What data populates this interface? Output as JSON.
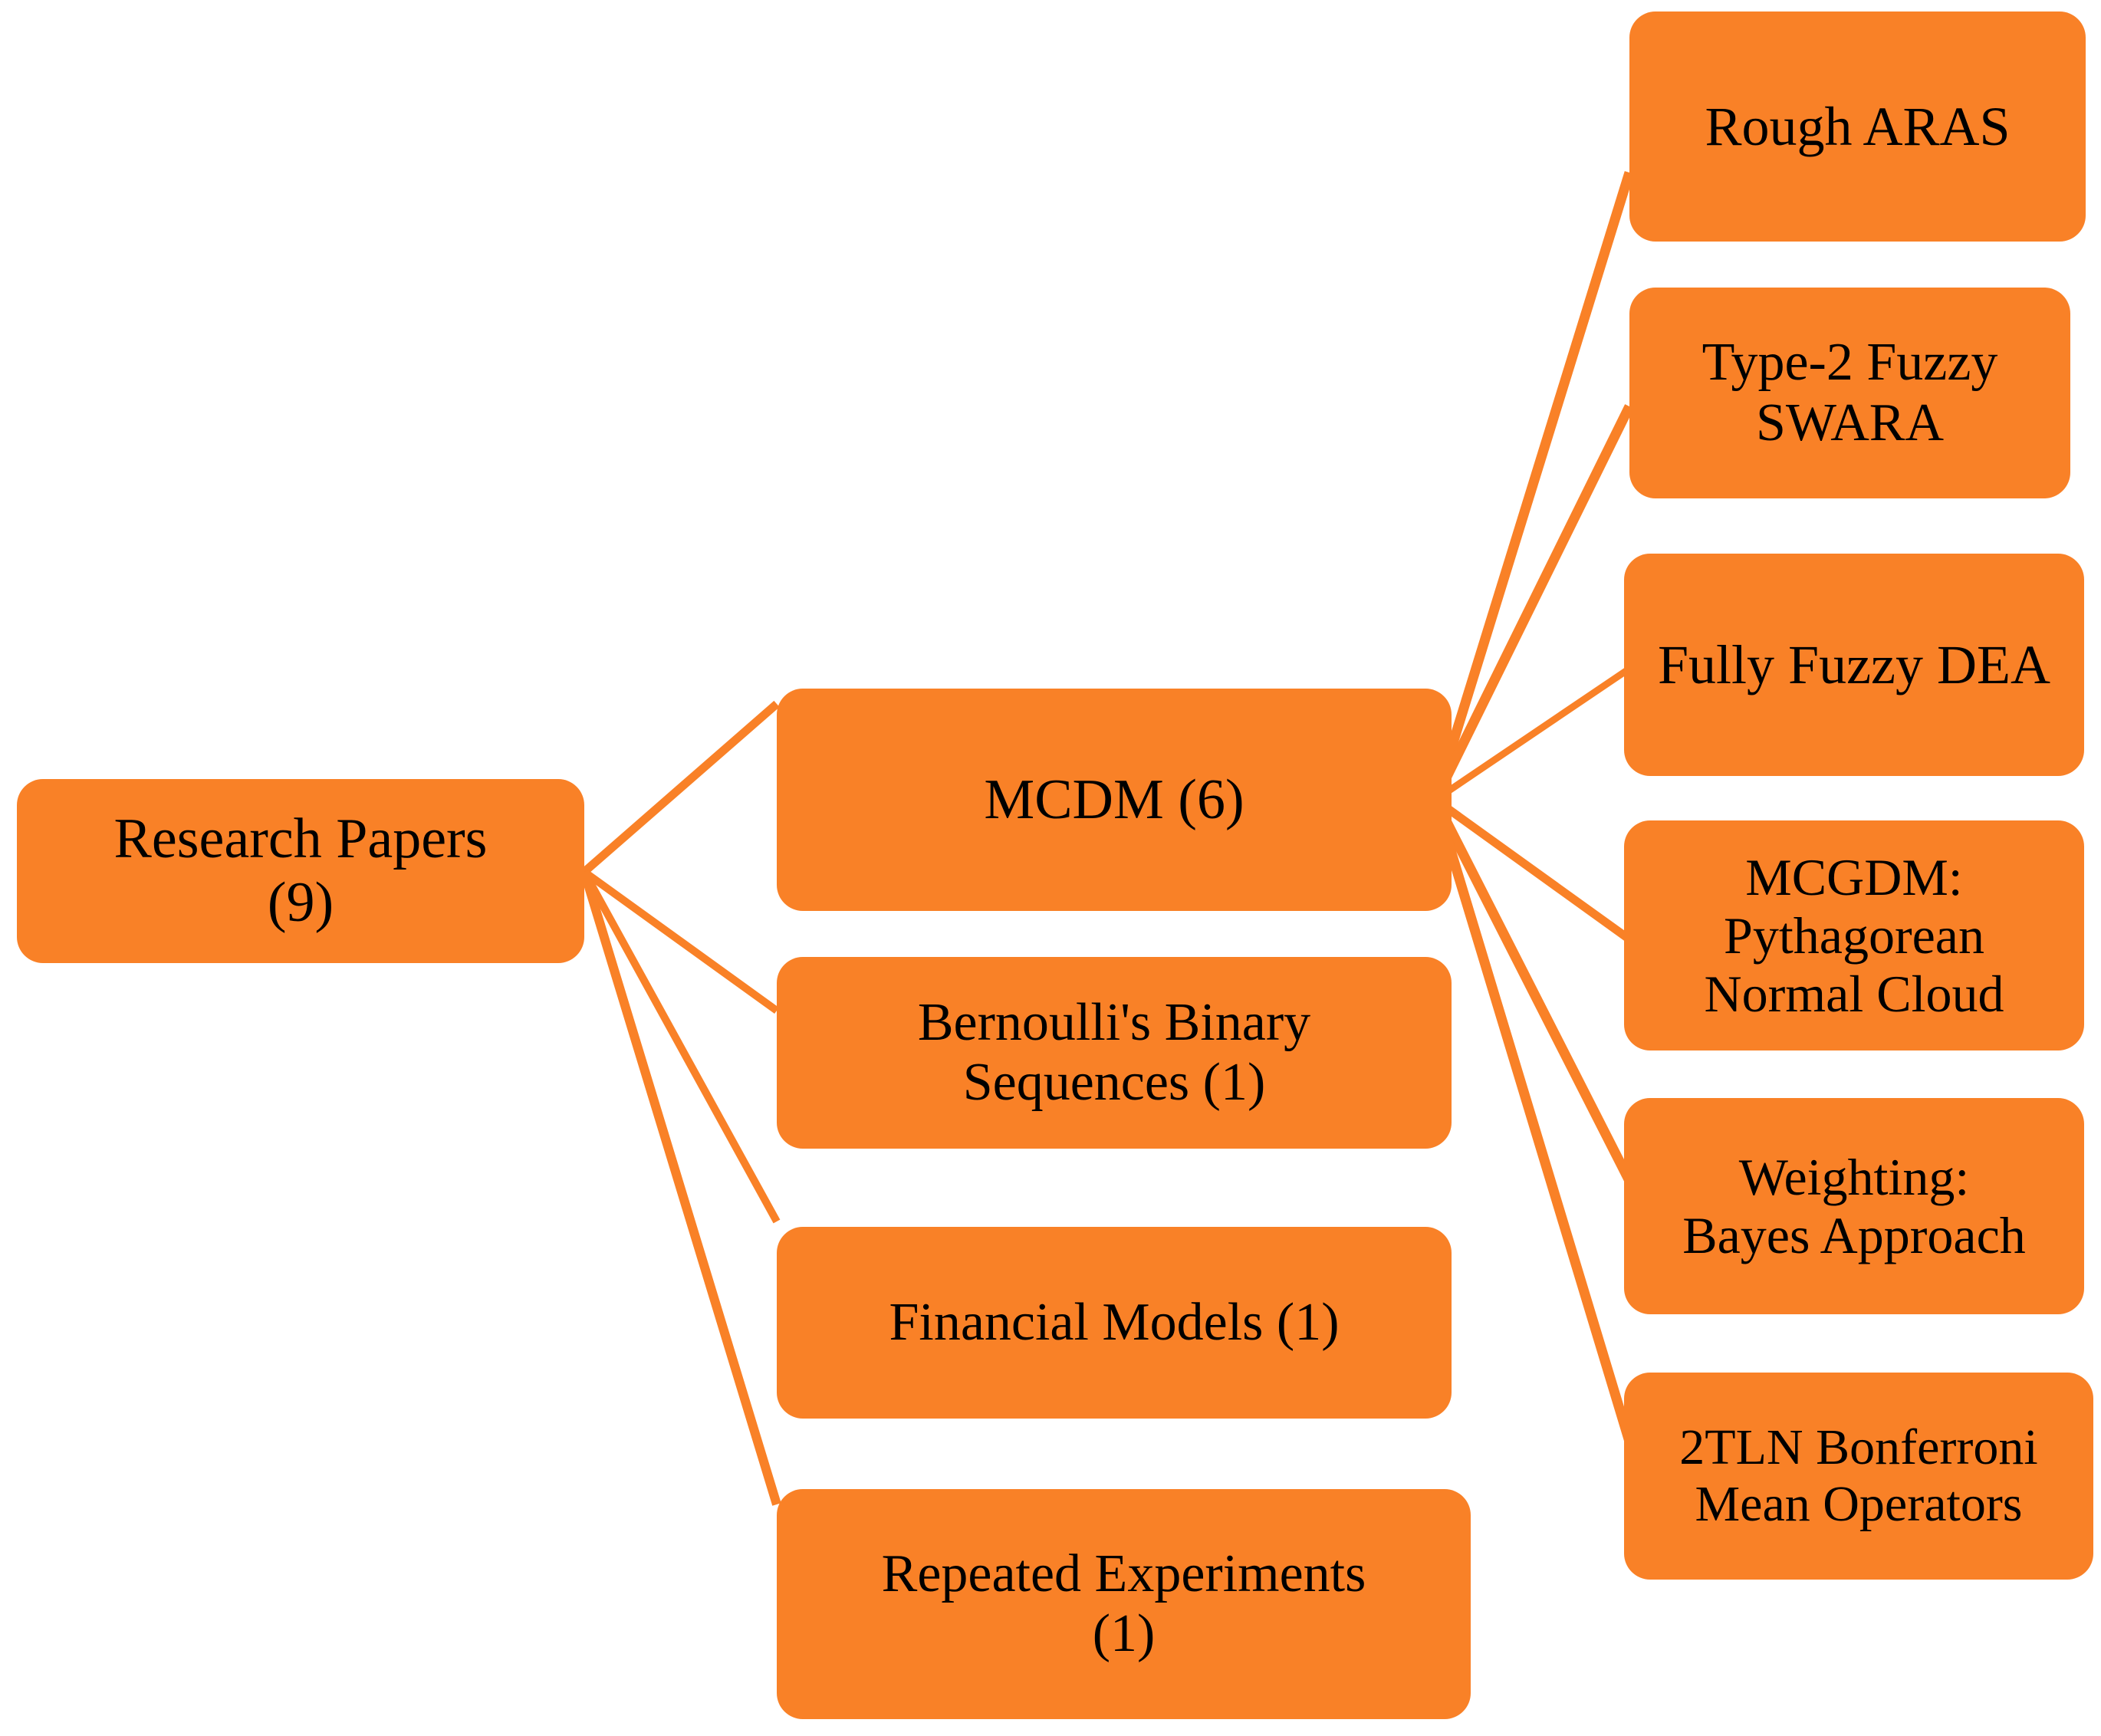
{
  "diagram": {
    "type": "hierarchy-tree",
    "orientation": "left-to-right",
    "colors": {
      "node_fill": "#F98127",
      "node_text": "#000000",
      "edge": "#F98127",
      "background": "#FFFFFF"
    },
    "root": {
      "label": "Research Papers\n(9)",
      "count": 9
    },
    "level2": [
      {
        "label": "MCDM (6)",
        "count": 6
      },
      {
        "label": "Bernoulli's Binary\nSequences (1)",
        "count": 1
      },
      {
        "label": "Financial Models (1)",
        "count": 1
      },
      {
        "label": "Repeated Experiments\n(1)",
        "count": 1
      }
    ],
    "level3": [
      {
        "label": "Rough ARAS"
      },
      {
        "label": "Type-2 Fuzzy\nSWARA"
      },
      {
        "label": "Fully Fuzzy DEA"
      },
      {
        "label": "MCGDM:\nPythagorean\nNormal Cloud"
      },
      {
        "label": "Weighting:\nBayes Approach"
      },
      {
        "label": "2TLN Bonferroni\nMean Operators"
      }
    ]
  }
}
